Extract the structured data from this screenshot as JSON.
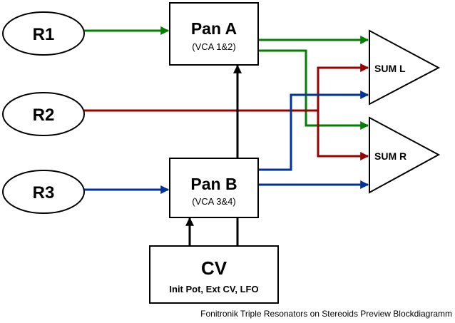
{
  "diagram": {
    "resonators": [
      {
        "id": "r1",
        "label": "R1"
      },
      {
        "id": "r2",
        "label": "R2"
      },
      {
        "id": "r3",
        "label": "R3"
      }
    ],
    "pan_a": {
      "title": "Pan A",
      "subtitle": "(VCA 1&2)"
    },
    "pan_b": {
      "title": "Pan B",
      "subtitle": "(VCA 3&4)"
    },
    "cv": {
      "title": "CV",
      "subtitle": "Init Pot, Ext CV, LFO"
    },
    "sum_l": {
      "label": "SUM L"
    },
    "sum_r": {
      "label": "SUM R"
    },
    "caption": "Fonitronik Triple Resonators on Stereoids Preview Blockdiagramm",
    "colors": {
      "r1_green": "#008000",
      "r2_red": "#990000",
      "r3_blue": "#003399",
      "control_black": "#000000"
    }
  }
}
